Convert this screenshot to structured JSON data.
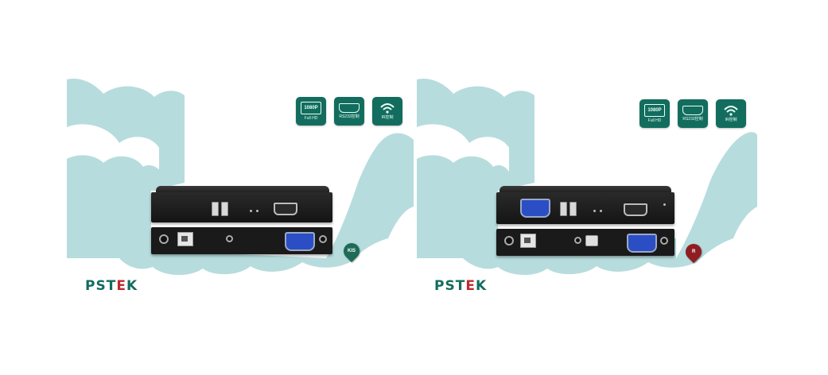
{
  "brand": "PSTEK",
  "panels": [
    {
      "id": "transmitter",
      "badges": [
        {
          "icon": "monitor-1080p-icon",
          "text": "1080P",
          "label": "Full HD"
        },
        {
          "icon": "rs232-port-icon",
          "label": "RS232控制"
        },
        {
          "icon": "wifi-ir-icon",
          "label": "IR控制"
        }
      ],
      "pin_label": "KIS",
      "pin_color": "#1d6b58"
    },
    {
      "id": "receiver",
      "badges": [
        {
          "icon": "monitor-1080p-icon",
          "text": "1080P",
          "label": "Full HD"
        },
        {
          "icon": "rs232-port-icon",
          "label": "RS232控制"
        },
        {
          "icon": "wifi-ir-icon",
          "label": "IR控制"
        }
      ],
      "pin_label": "R",
      "pin_color": "#8f1d22"
    }
  ],
  "colors": {
    "cloud": "#b7dcdd",
    "brand": "#136d5e",
    "accent": "#c0282f"
  }
}
